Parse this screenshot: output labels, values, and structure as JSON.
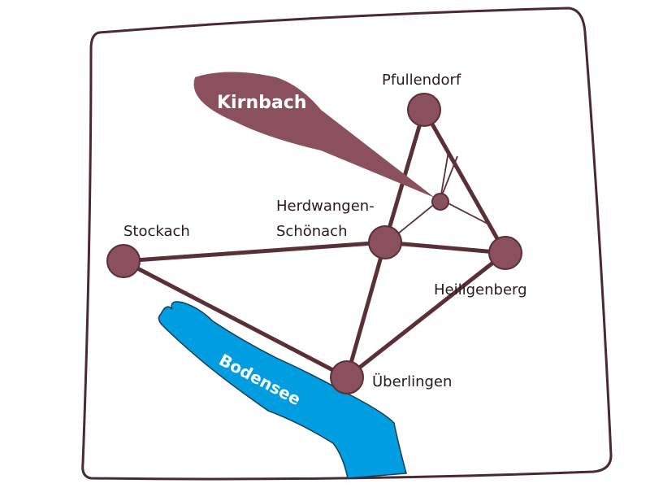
{
  "colors": {
    "node": "#8a505e",
    "node_stroke": "#5a2f38",
    "edge": "#5a3038",
    "lake": "#009ee0",
    "frame": "#4a2a30"
  },
  "callout": {
    "label": "Kirnbach"
  },
  "lake": {
    "label": "Bodensee"
  },
  "towns": [
    {
      "id": "pfullendorf",
      "label": "Pfullendorf"
    },
    {
      "id": "herdwangen",
      "label_line1": "Herdwangen-",
      "label_line2": "Schönach"
    },
    {
      "id": "stockach",
      "label": "Stockach"
    },
    {
      "id": "heiligenberg",
      "label": "Heiligenberg"
    },
    {
      "id": "ueberlingen",
      "label": "Überlingen"
    }
  ]
}
